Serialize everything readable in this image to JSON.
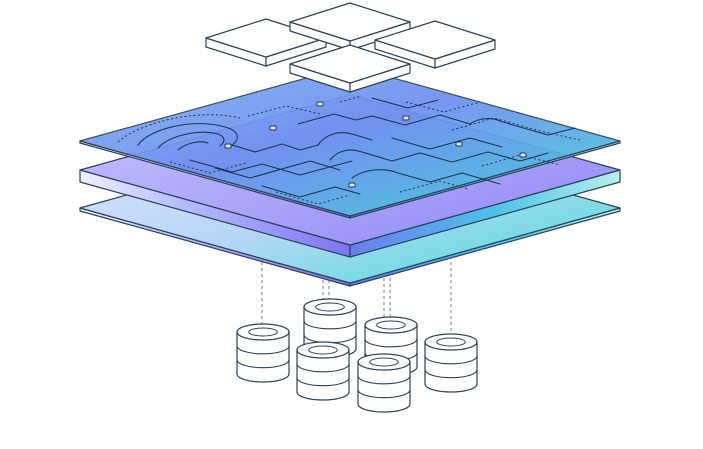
{
  "illustration": {
    "colors": {
      "stroke": "#2c4257",
      "connector": "#6a7f92",
      "teal": "#3ee0d2",
      "blue": "#6b8cf0",
      "violet": "#8f7cf5",
      "pale_lavender": "#d9dcff",
      "white": "#ffffff"
    },
    "top_nodes": [
      {
        "name": "top-node-left",
        "icon": "server-tile"
      },
      {
        "name": "top-node-back",
        "icon": "server-tile"
      },
      {
        "name": "top-node-right",
        "icon": "server-tile"
      },
      {
        "name": "top-node-front",
        "icon": "server-tile"
      }
    ],
    "layers": [
      {
        "name": "platform-layer-top",
        "icon": "circuit-board"
      },
      {
        "name": "platform-layer-middle",
        "icon": "gradient-slab"
      },
      {
        "name": "platform-layer-bottom",
        "icon": "gradient-slab"
      }
    ],
    "databases": [
      {
        "name": "database-1",
        "icon": "database"
      },
      {
        "name": "database-2",
        "icon": "database"
      },
      {
        "name": "database-3",
        "icon": "database"
      },
      {
        "name": "database-4",
        "icon": "database"
      },
      {
        "name": "database-5",
        "icon": "database"
      },
      {
        "name": "database-6",
        "icon": "database"
      }
    ]
  }
}
